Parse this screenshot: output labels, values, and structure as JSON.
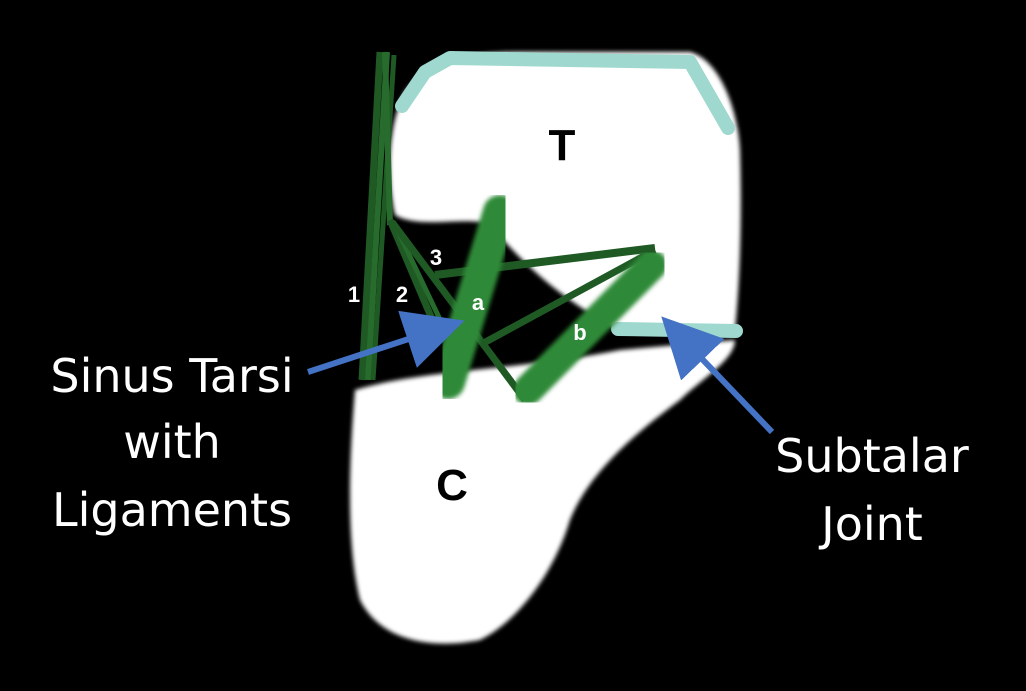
{
  "diagram": {
    "bones": {
      "talus": "T",
      "calcaneus": "C"
    },
    "ligaments": {
      "one": "1",
      "two": "2",
      "three": "3",
      "a": "a",
      "b": "b"
    },
    "callouts": {
      "sinus_tarsi": [
        "Sinus Tarsi",
        "with",
        "Ligaments"
      ],
      "subtalar_joint": [
        "Subtalar",
        "Joint"
      ]
    },
    "colors": {
      "background": "#000000",
      "bone": "#ffffff",
      "ligament_dark": "#1f5a24",
      "ligament_bright": "#2f8a38",
      "cartilage": "#9fd8cf",
      "arrow": "#4472c4"
    }
  }
}
